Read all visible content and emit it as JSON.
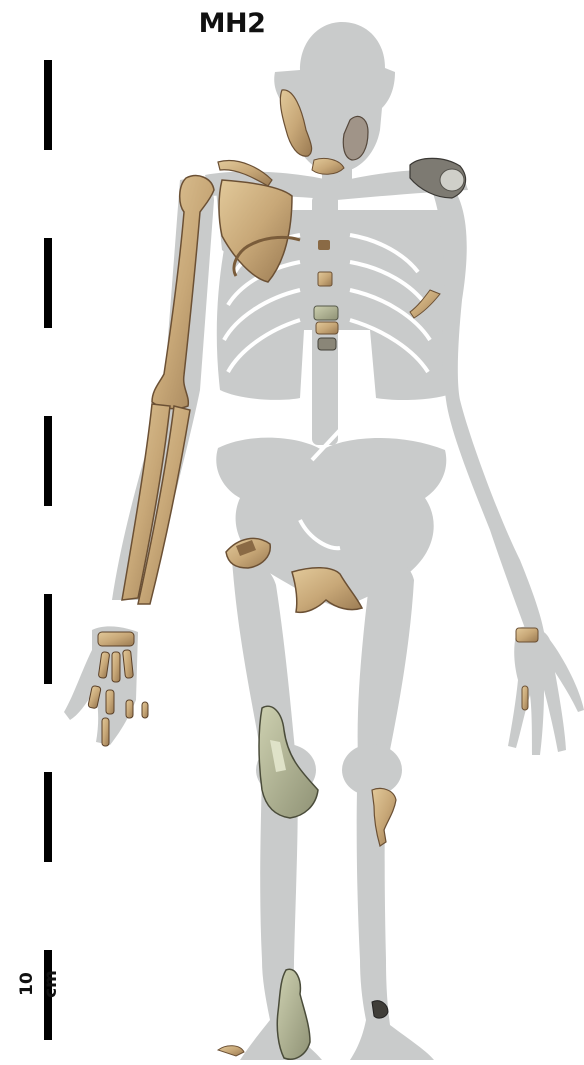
{
  "figure": {
    "title": "MH2",
    "scale_bar": {
      "label": "10 cm",
      "segment_count": 6
    },
    "colors": {
      "silhouette": "#c9cbcb",
      "bone": "#c8a878",
      "bone_dark": "#8a6a45",
      "bone_green": "#a8ab8a",
      "scale_bar": "#000000"
    }
  }
}
